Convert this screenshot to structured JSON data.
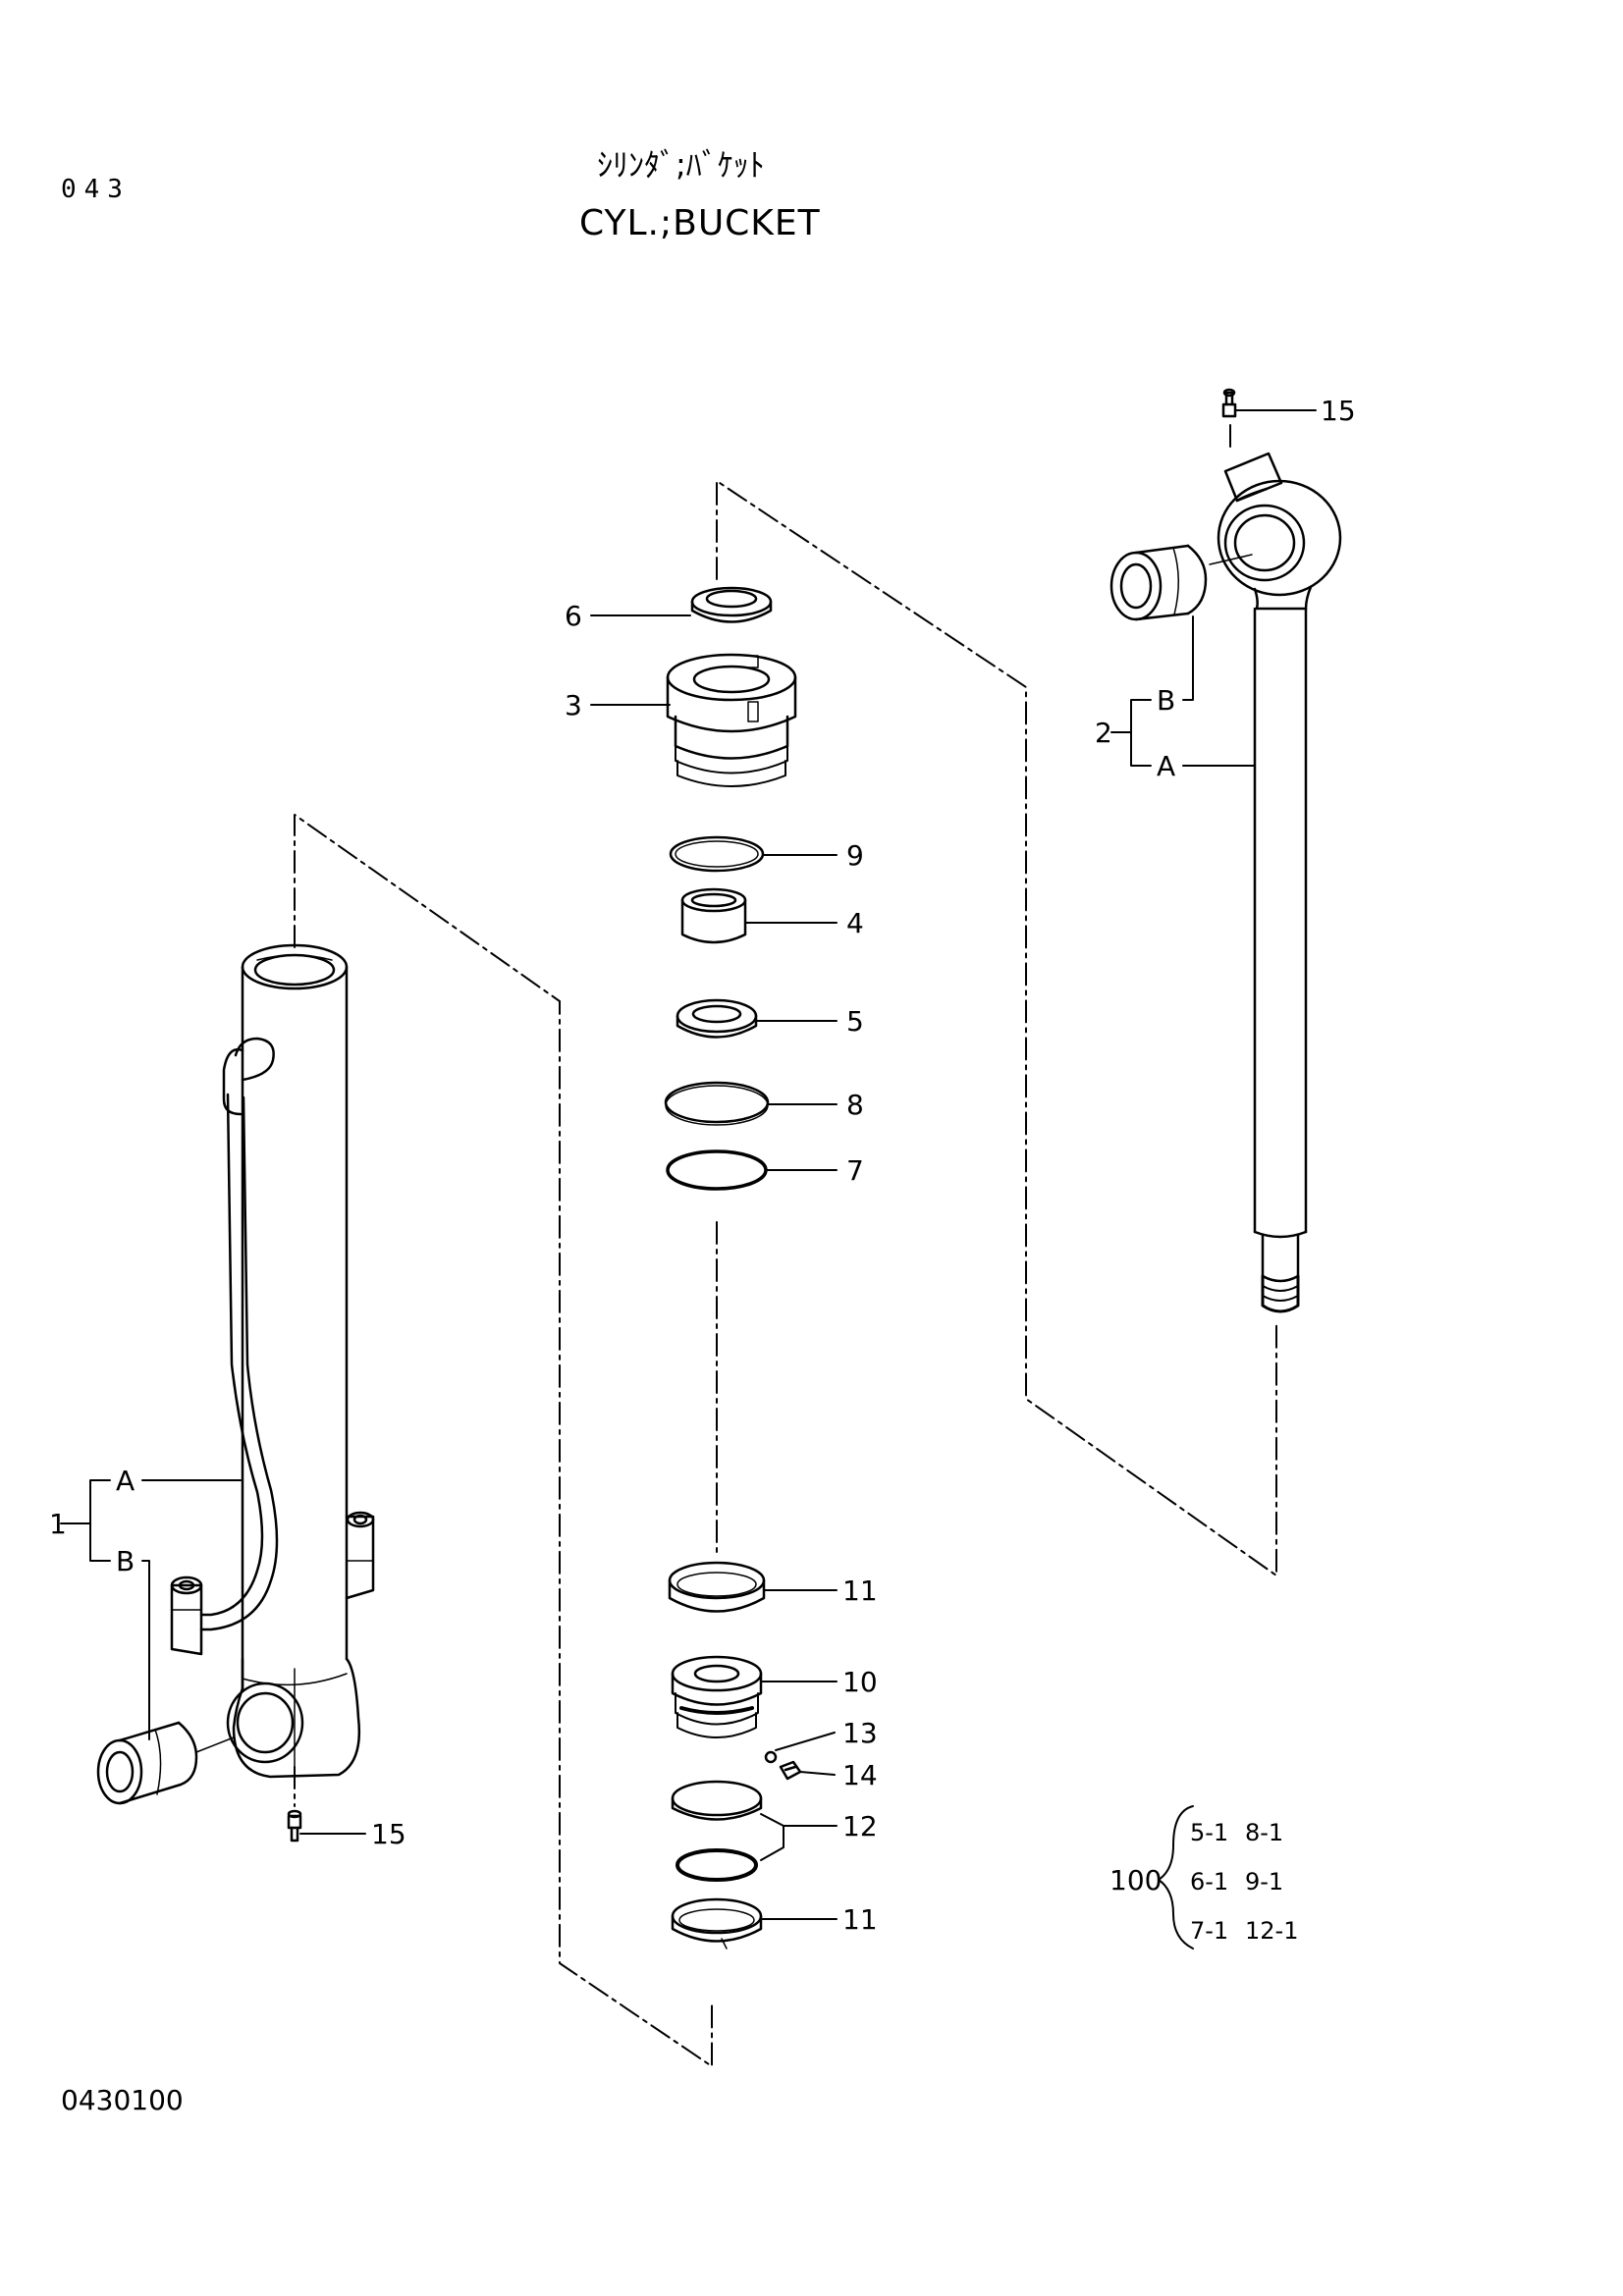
{
  "page_number": "043",
  "title_jp": "ｼﾘﾝﾀﾞ;ﾊﾞｹｯﾄ",
  "title_en": "CYL.;BUCKET",
  "figure_code": "0430100",
  "callouts": {
    "n1": "1",
    "n2": "2",
    "n3": "3",
    "n4": "4",
    "n5": "5",
    "n6": "6",
    "n7": "7",
    "n8": "8",
    "n9": "9",
    "n10": "10",
    "n11a": "11",
    "n11b": "11",
    "n12": "12",
    "n13": "13",
    "n14": "14",
    "n15a": "15",
    "n15b": "15",
    "sub_1a": "A",
    "sub_1b": "B",
    "sub_2a": "A",
    "sub_2b": "B"
  },
  "kit": {
    "number": "100",
    "rows": [
      [
        "5-1",
        "8-1"
      ],
      [
        "6-1",
        "9-1"
      ],
      [
        "7-1",
        "12-1"
      ]
    ]
  }
}
